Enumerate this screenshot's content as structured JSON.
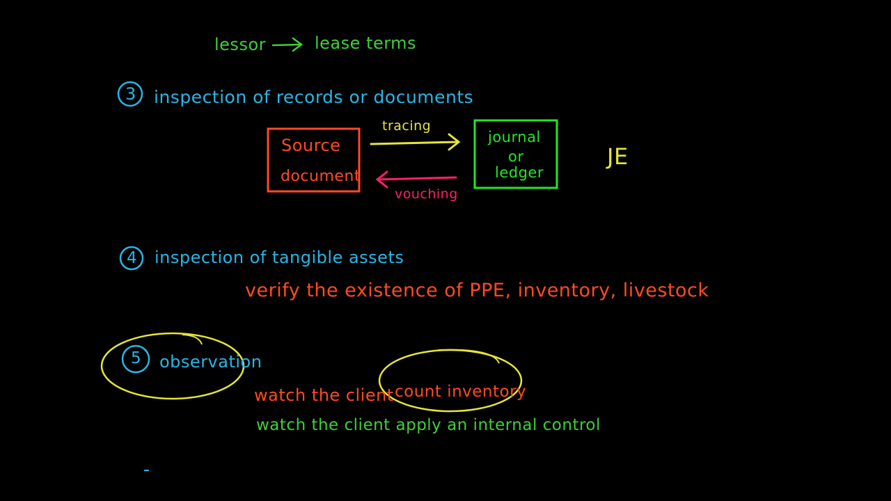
{
  "colors": {
    "background": "#000000",
    "green": "#3fcf3a",
    "blue": "#29b6e6",
    "orange_red": "#ff4a23",
    "yellow": "#e6e63a",
    "pink": "#ff1f6e",
    "bright_green": "#25e625"
  },
  "top_note": {
    "left": "lessor",
    "right": "lease terms"
  },
  "item3": {
    "number": "3",
    "title": "inspection of records or documents",
    "source_box": [
      "Source",
      "document"
    ],
    "journal_box": [
      "journal",
      "or",
      "ledger"
    ],
    "forward_label": "tracing",
    "backward_label": "vouching",
    "side_note": "JE"
  },
  "item4": {
    "number": "4",
    "title": "inspection of tangible assets",
    "note": "verify the existence of PPE, inventory, livestock"
  },
  "item5": {
    "number": "5",
    "title": "observation",
    "note1_prefix": "watch the client",
    "note1_highlight": "count inventory",
    "note2": "watch the client apply an internal control"
  }
}
